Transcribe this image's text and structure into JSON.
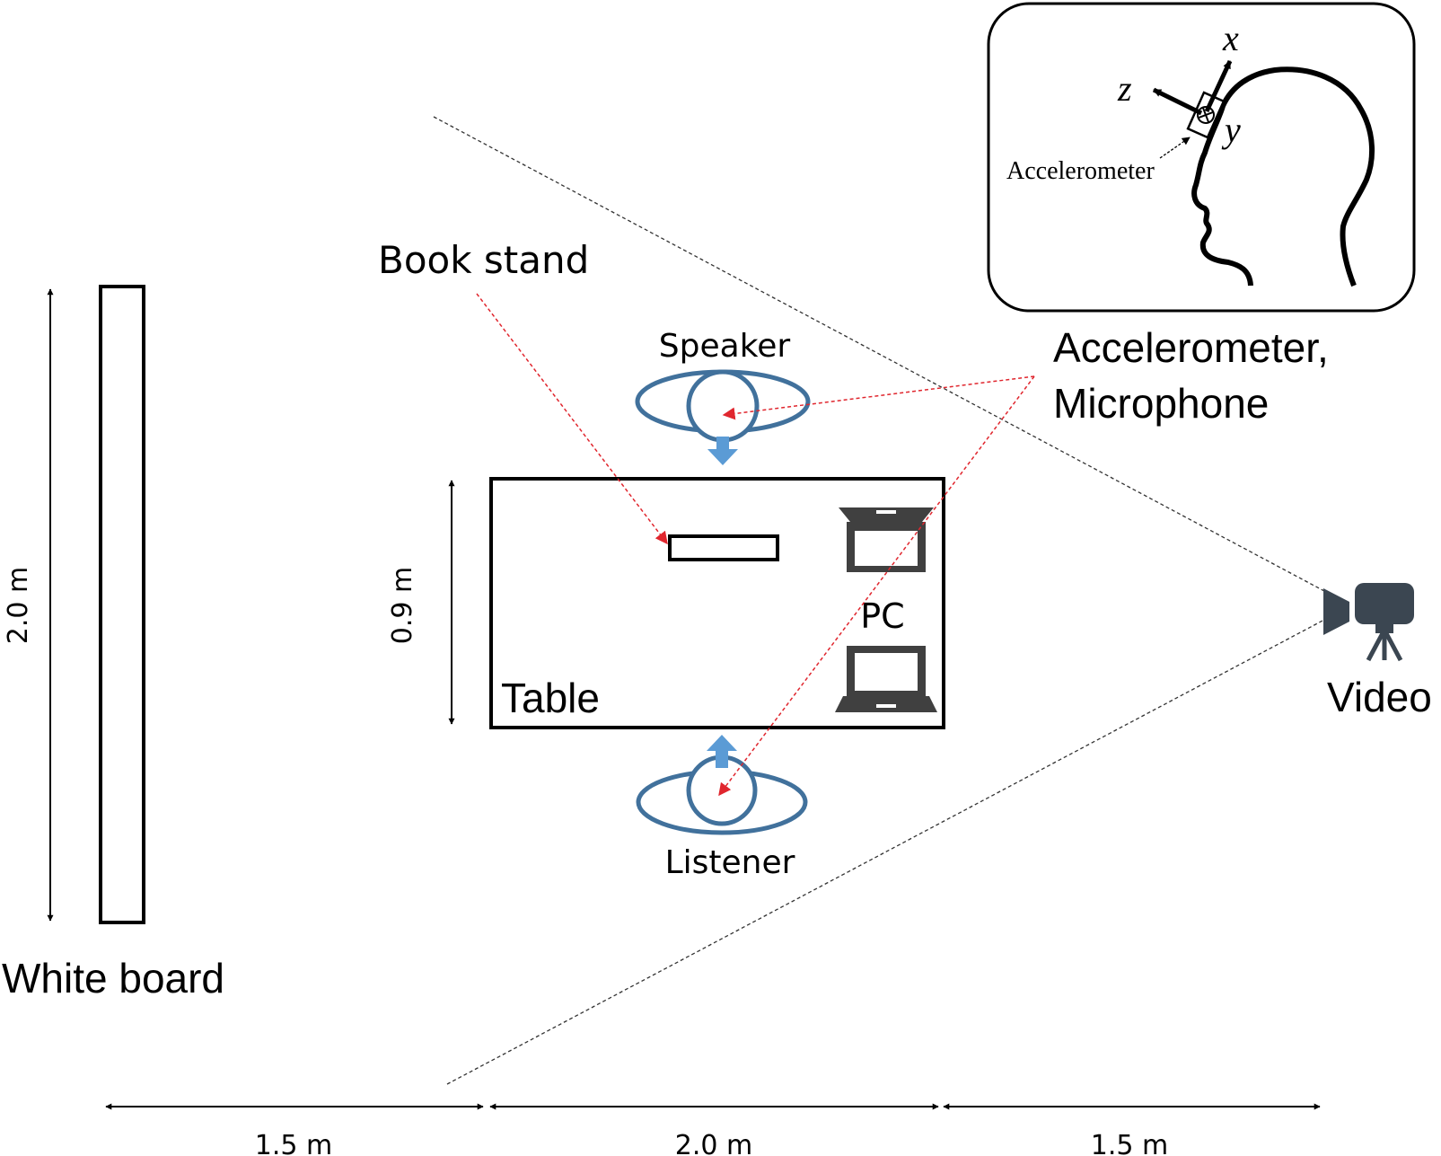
{
  "labels": {
    "book_stand": "Book stand",
    "speaker": "Speaker",
    "listener": "Listener",
    "table": "Table",
    "pc": "PC",
    "video": "Video",
    "white_board": "White board",
    "sensors_line1": "Accelerometer,",
    "sensors_line2": "Microphone"
  },
  "dimensions": {
    "whiteboard_height": "2.0 m",
    "table_depth": "0.9 m",
    "left_gap": "1.5 m",
    "table_width": "2.0 m",
    "right_gap": "1.5 m"
  },
  "inset": {
    "sensor_label": "Accelerometer",
    "axis_x": "x",
    "axis_y": "y",
    "axis_z": "z"
  },
  "colors": {
    "person_blue": "#41719C",
    "arrow_blue": "#5B9BD5",
    "pointer_red": "#E0262E",
    "device_gray": "#404040",
    "camera_dark": "#3B4651"
  }
}
